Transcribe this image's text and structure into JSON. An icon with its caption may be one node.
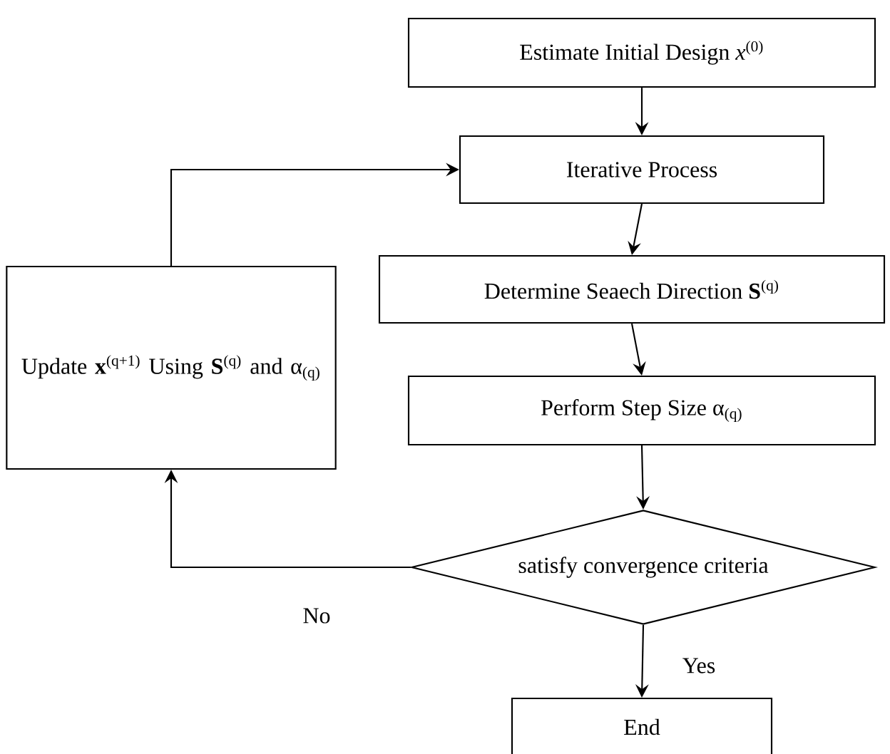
{
  "diagram": {
    "nodes": [
      {
        "text": [
          "Estimate Initial Design *x*$^{(0)}$"
        ]
      },
      {
        "text": [
          "Iterative Process"
        ]
      },
      {
        "text": [
          "Determine Seaech Direction **S**$^{(q)}$"
        ]
      },
      {
        "text": [
          "Perform Step Size α$_{(q)}$"
        ]
      },
      {
        "text": [
          "Update **x**$^{(q+1)}$ Using **S**$^{(q)}$ and α$_{(q)}$"
        ]
      },
      {
        "text": [
          "satisfy convergence criteria"
        ]
      },
      {
        "text": [
          "End"
        ]
      }
    ],
    "edges": [
      {
        "from": 0,
        "to": 1,
        "arrow": "to"
      },
      {
        "from": 1,
        "to": 2,
        "arrow": "to"
      },
      {
        "from": 2,
        "to": 3,
        "arrow": "to"
      },
      {
        "from": 3,
        "to": 5,
        "arrow": "to"
      },
      {
        "from": 5,
        "to": 6,
        "arrow": "to",
        "label": "Yes"
      },
      {
        "from": 5,
        "to": 4,
        "arrow": "to",
        "label": "No"
      },
      {
        "from": 4,
        "to": 1,
        "arrow": "to"
      }
    ]
  }
}
